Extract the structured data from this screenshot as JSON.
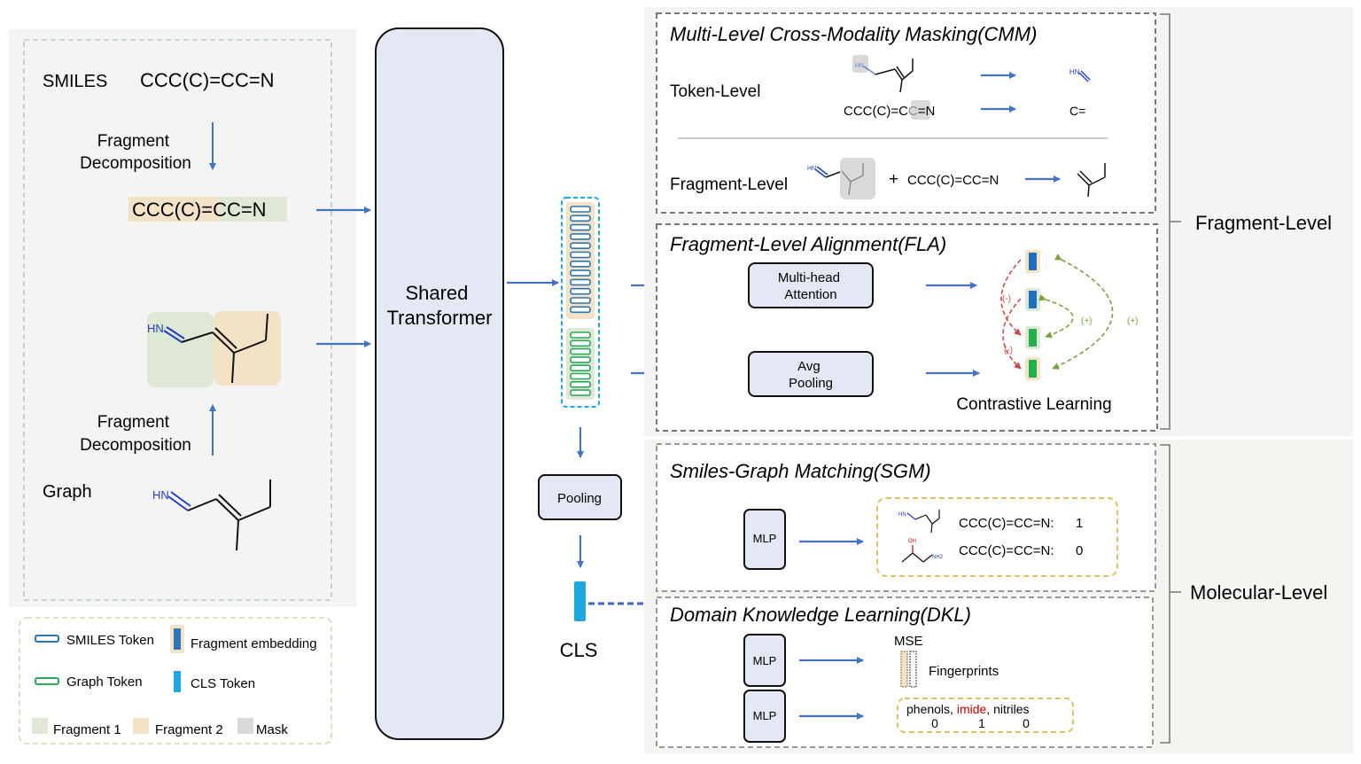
{
  "left_panel": {
    "smiles_label": "SMILES",
    "smiles_string": "CCC(C)=CC=N",
    "fragment_decomposition_top": [
      "Fragment",
      "Decomposition"
    ],
    "smiles_fragment_1": "CCC(C)=",
    "smiles_fragment_2": "CC=N",
    "fragment_decomposition_bottom": [
      "Fragment",
      "Decomposition"
    ],
    "graph_label": "Graph",
    "atom_label_hn": "HN"
  },
  "legend": {
    "smiles_token": "SMILES Token",
    "fragment_embedding": "Fragment embedding",
    "graph_token": "Graph Token",
    "cls_token": "CLS Token",
    "fragment_1": "Fragment 1",
    "fragment_2": "Fragment 2",
    "mask": "Mask"
  },
  "transformer": {
    "label": [
      "Shared",
      "Transformer"
    ]
  },
  "middle": {
    "pooling": "Pooling",
    "cls": "CLS"
  },
  "cmm": {
    "title": "Multi-Level Cross-Modality Masking(CMM)",
    "token_level": "Token-Level",
    "token_smiles": [
      "CCC(C)=C",
      "C",
      "=N"
    ],
    "token_output": "C=",
    "fragment_level": "Fragment-Level",
    "fragment_plus": "+",
    "fragment_smiles": "CCC(C)=CC=N"
  },
  "fla": {
    "title": "Fragment-Level Alignment(FLA)",
    "mha": [
      "Multi-head",
      "Attention"
    ],
    "avg_pooling": [
      "Avg",
      "Pooling"
    ],
    "contrastive": "Contrastive Learning",
    "neg_1": "(-)",
    "neg_2": "(-)",
    "pos_1": "(+)",
    "pos_2": "(+)"
  },
  "sgm": {
    "title": "Smiles-Graph Matching(SGM)",
    "mlp": "MLP",
    "row_1_smiles": "CCC(C)=CC=N:",
    "row_1_value": "1",
    "row_2_smiles": "CCC(C)=CC=N:",
    "row_2_value": "0",
    "atom_oh": "OH",
    "atom_nh2": "NH2"
  },
  "dkl": {
    "title": "Domain Knowledge Learning(DKL)",
    "mlp_1": "MLP",
    "mlp_2": "MLP",
    "mse": "MSE",
    "fingerprints": "Fingerprints",
    "groups": [
      "phenols",
      "imide",
      "nitriles"
    ],
    "group_values": [
      "0",
      "1",
      "0"
    ]
  },
  "right_labels": {
    "fragment_level": "Fragment-Level",
    "molecular_level": "Molecular-Level"
  },
  "colors": {
    "arrow": "#4472c4",
    "fragment_1": "#dfe8d4",
    "fragment_2": "#f3e3c6",
    "mask": "#d9d9d9",
    "transformer_fill": "#e3e8f4",
    "smiles_token": "#2e75b6",
    "graph_token": "#2ea85a",
    "cls_token": "#1ea7e1",
    "negative": "#c84c4c",
    "positive": "#7ea142",
    "imide": "#c00000"
  }
}
